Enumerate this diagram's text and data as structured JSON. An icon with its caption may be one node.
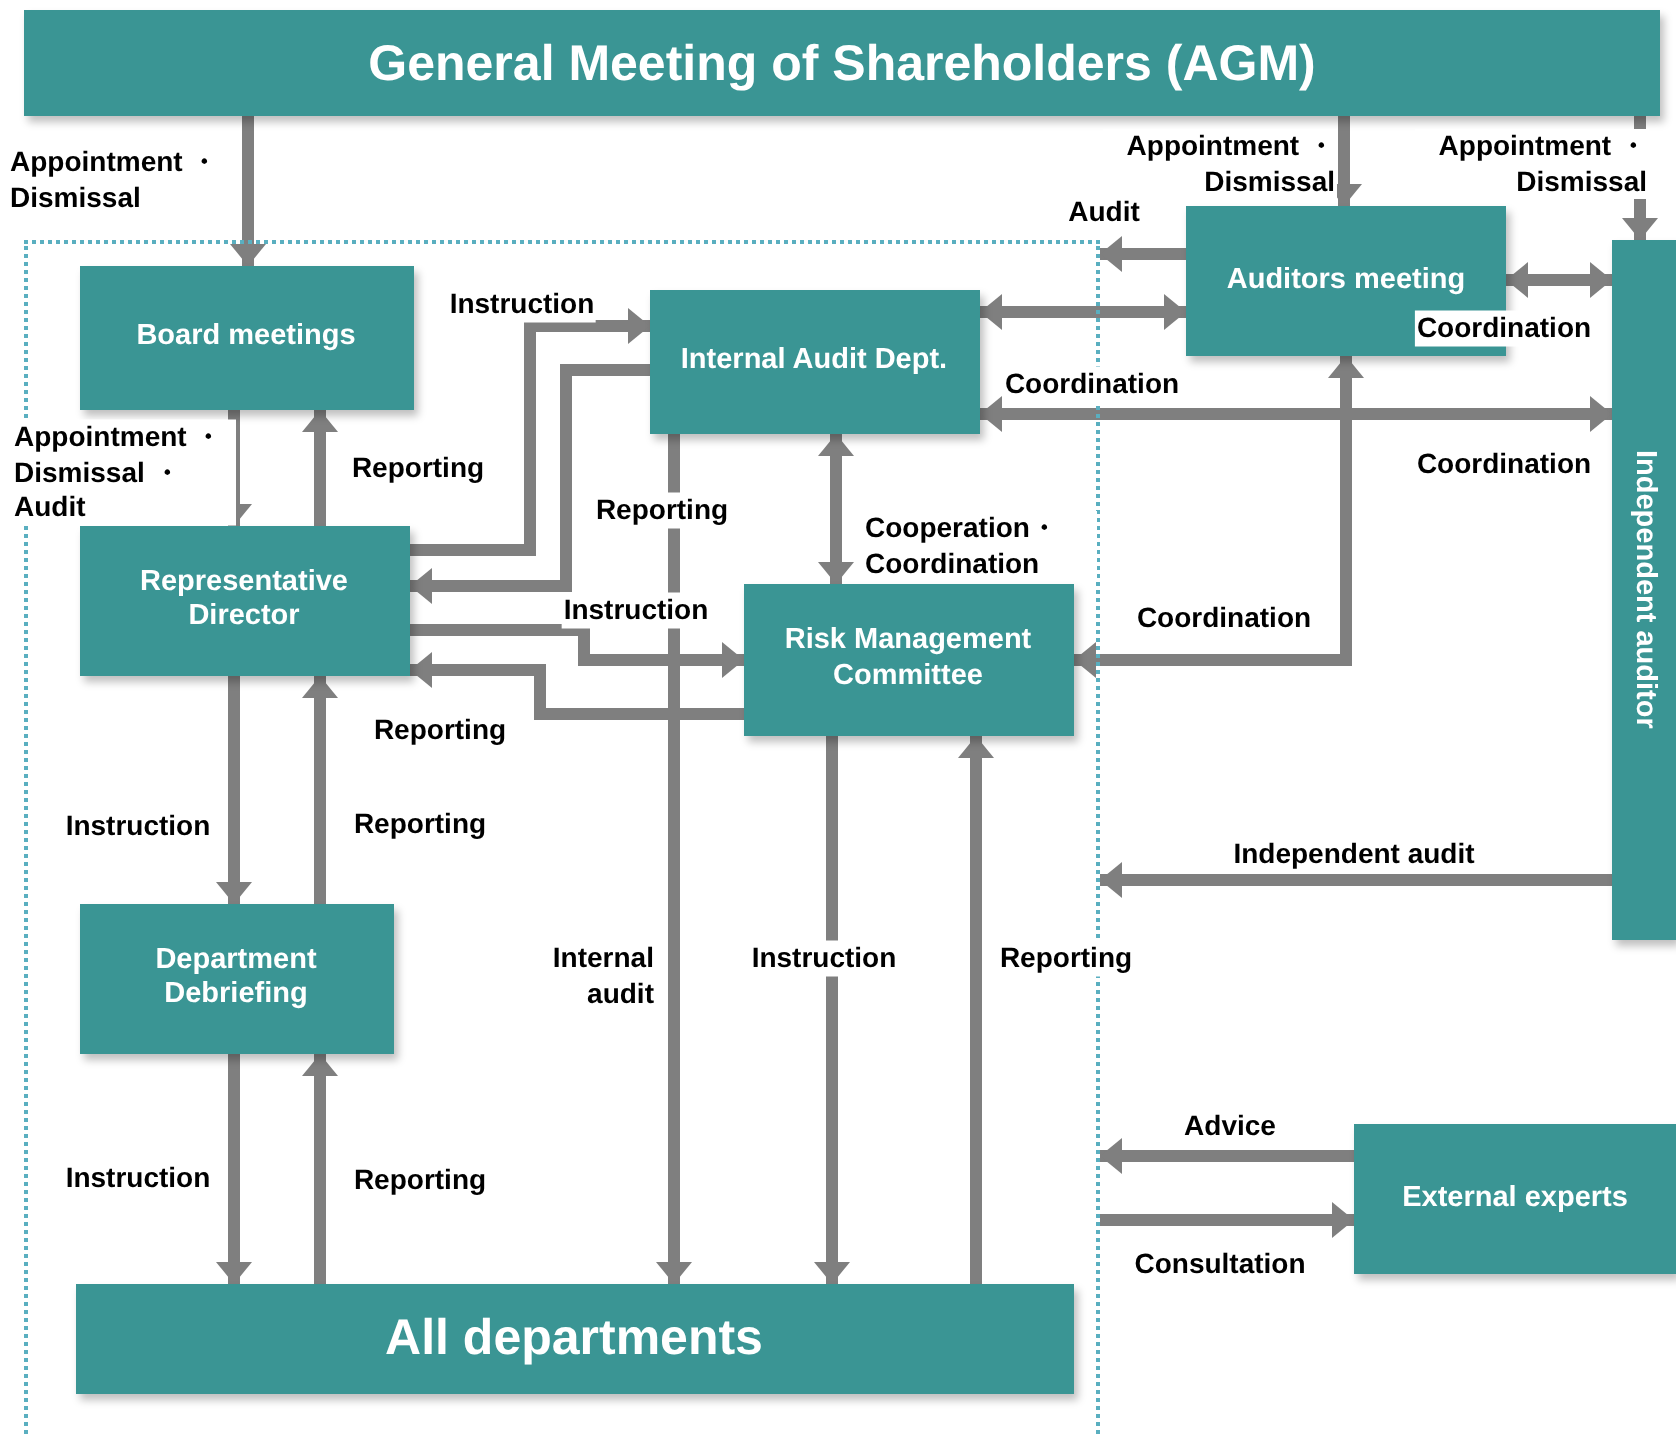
{
  "diagram": {
    "nodes": [
      {
        "text": [
          "General Meeting of Shareholders (AGM)"
        ]
      },
      {
        "text": [],
        "shape": "box"
      },
      {
        "text": [
          "Board meetings"
        ],
        "in": 1
      },
      {
        "text": [
          "Internal Audit Dept."
        ],
        "in": 1
      },
      {
        "text": [
          "Auditors meeting"
        ]
      },
      {
        "text": [
          "Independent auditor"
        ]
      },
      {
        "text": [
          "Representative Director"
        ],
        "in": 1
      },
      {
        "text": [
          "Risk Management Committee"
        ],
        "in": 1
      },
      {
        "text": [
          "Department Debriefing"
        ],
        "in": 1
      },
      {
        "text": [
          "External experts"
        ]
      },
      {
        "text": [
          "All departments"
        ],
        "in": 1
      }
    ],
    "edges": [
      {
        "from": 0,
        "to": 2,
        "arrow": "to",
        "label": "Appointment ・Dismissal"
      },
      {
        "from": 0,
        "to": 4,
        "arrow": "to",
        "label": "Appointment ・Dismissal"
      },
      {
        "from": 0,
        "to": 5,
        "arrow": "to",
        "label": "Appointment ・Dismissal"
      },
      {
        "from": 4,
        "to": 1,
        "arrow": "to",
        "label": "Audit"
      },
      {
        "from": 4,
        "to": 5,
        "arrow": "both",
        "label": "Coordination"
      },
      {
        "from": 3,
        "to": 4,
        "arrow": "both"
      },
      {
        "from": 3,
        "to": 5,
        "arrow": "both",
        "label": "Coordination"
      },
      {
        "from": 4,
        "to": 7,
        "arrow": "both",
        "label": "Coordination"
      },
      {
        "from": 3,
        "to": 7,
        "arrow": "both",
        "label": "Cooperation・ Coordination"
      },
      {
        "from": 6,
        "to": 3,
        "arrow": "to",
        "label": "Instruction"
      },
      {
        "from": 3,
        "to": 6,
        "arrow": "to",
        "label": "Reporting"
      },
      {
        "from": 6,
        "to": 7,
        "arrow": "to",
        "label": "Instruction"
      },
      {
        "from": 7,
        "to": 6,
        "arrow": "to",
        "label": "Reporting"
      },
      {
        "from": 2,
        "to": 6,
        "arrow": "to",
        "label": "Appointment ・Dismissal ・Audit"
      },
      {
        "from": 6,
        "to": 2,
        "arrow": "to",
        "label": "Reporting"
      },
      {
        "from": 6,
        "to": 8,
        "arrow": "to",
        "label": "Instruction"
      },
      {
        "from": 8,
        "to": 6,
        "arrow": "to",
        "label": "Reporting"
      },
      {
        "from": 8,
        "to": 10,
        "arrow": "to",
        "label": "Instruction"
      },
      {
        "from": 10,
        "to": 8,
        "arrow": "to",
        "label": "Reporting"
      },
      {
        "from": 3,
        "to": 10,
        "arrow": "to",
        "label": "Internal audit"
      },
      {
        "from": 7,
        "to": 10,
        "arrow": "to",
        "label": "Instruction"
      },
      {
        "from": 10,
        "to": 7,
        "arrow": "to",
        "label": "Reporting"
      },
      {
        "from": 5,
        "to": 1,
        "arrow": "to",
        "label": "Independent audit"
      },
      {
        "from": 9,
        "to": 1,
        "arrow": "to",
        "label": "Advice"
      },
      {
        "from": 1,
        "to": 9,
        "arrow": "to",
        "label": "Consultation"
      }
    ],
    "labels": [
      "Coordination"
    ]
  }
}
